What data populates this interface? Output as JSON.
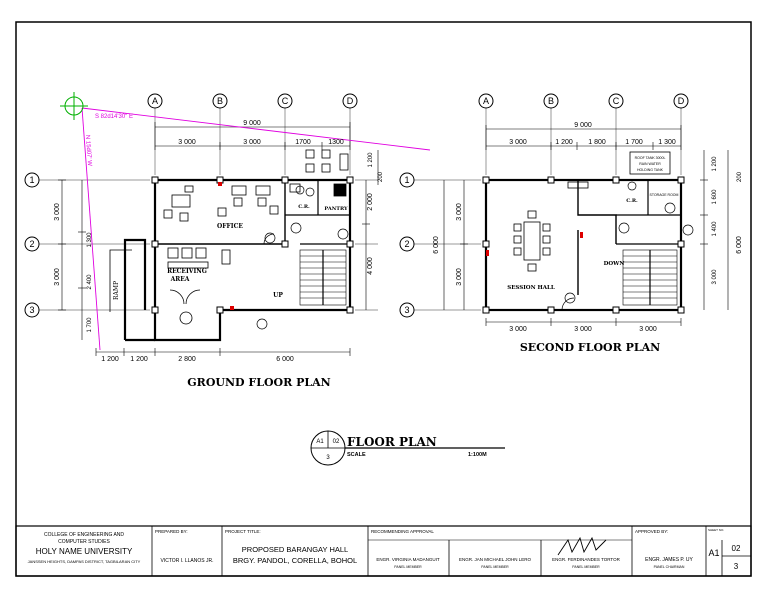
{
  "grid": {
    "columns": [
      "A",
      "B",
      "C",
      "D"
    ],
    "rows": [
      "1",
      "2",
      "3"
    ]
  },
  "ground": {
    "title": "GROUND FLOOR PLAN",
    "survey_bearing_1": "S 82d14'30\" E",
    "survey_bearing_2": "N 15d07' W",
    "overall_top": "9 000",
    "top_dims": [
      "3 000",
      "3 000",
      "1700",
      "1300"
    ],
    "left_dims": [
      "3 000",
      "3 000"
    ],
    "left_outer_dims": [
      "1 300",
      "2 400",
      "1 700"
    ],
    "right_dims": [
      "2 000",
      "4 000"
    ],
    "right_small_dims": [
      "1 200",
      "200"
    ],
    "bottom_dims": [
      "1 200",
      "1 200",
      "2 800",
      "6 000"
    ],
    "rooms": {
      "office": "OFFICE",
      "receiving_1": "RECEIVING",
      "receiving_2": "AREA",
      "cr": "C.R.",
      "pantry": "PANTRY",
      "up": "UP",
      "ramp": "RAMP"
    }
  },
  "second": {
    "title": "SECOND FLOOR PLAN",
    "overall_top": "9 000",
    "top_dims": [
      "3 000",
      "1 200",
      "1 800",
      "1 700",
      "1 300"
    ],
    "bottom_dims": [
      "3 000",
      "3 000",
      "3 000"
    ],
    "left_dims": [
      "3 000",
      "3 000"
    ],
    "left_outer": "6 000",
    "right_dims": [
      "1 200",
      "1 600",
      "1 400",
      "3 000"
    ],
    "right_outer": "6 000",
    "right_small": "200",
    "rooms": {
      "session": "SESSION HALL",
      "cr": "C.R.",
      "down": "DOWN",
      "storage": "STORAGE ROOM",
      "tank_1": "ROOF TANK 3000L",
      "tank_2": "RAIN WATER",
      "tank_3": "HOLDING TANK"
    }
  },
  "stamp": {
    "sheet": "A1",
    "code": "02",
    "num": "3",
    "title": "FLOOR PLAN",
    "scale_label": "SCALE",
    "scale_value": "1:100M"
  },
  "title_block": {
    "college_1": "COLLEGE OF ENGINEERING AND",
    "college_2": "COMPUTER STUDIES",
    "university": "HOLY NAME UNIVERSITY",
    "address": "JANSSEN HEIGHTS, DAMPAS DISTRICT, TAGBILARAN CITY",
    "prepared_label": "PREPARED BY:",
    "prepared_name": "VICTOR I. LLANOS JR.",
    "project_label": "PROJECT TITLE:",
    "project_1": "PROPOSED BARANGAY HALL",
    "project_2": "BRGY. PANDOL, CORELLA, BOHOL",
    "recommending_label": "RECOMMENDING APPROVAL",
    "panel": [
      {
        "name": "ENGR. VIRGINIA MADANGUIT",
        "role": "PANEL MEMBER"
      },
      {
        "name": "ENGR. JAN MICHAEL JOHN LERO",
        "role": "PANEL MEMBER"
      },
      {
        "name": "ENGR. FERDINANDES TORTOR",
        "role": "PANEL MEMBER"
      }
    ],
    "approved_label": "APPROVED BY:",
    "approved_name": "ENGR. JAMES P. UY",
    "approved_role": "PANEL CHAIRMAN",
    "sheet_label": "SHEET NO.",
    "sheet_code": "A1",
    "sheet_num": "02",
    "sheet_total": "3"
  }
}
